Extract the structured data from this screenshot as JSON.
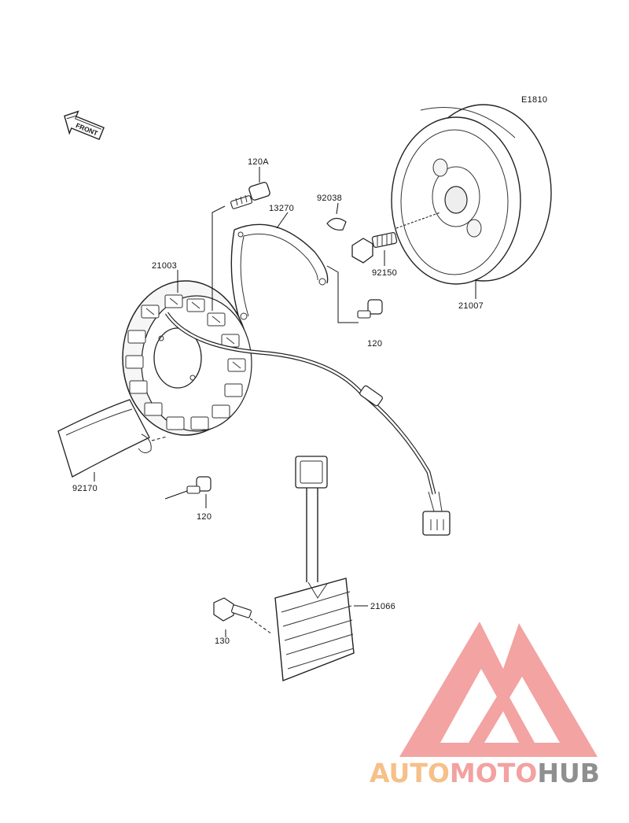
{
  "diagram": {
    "code": "E1810",
    "front_label": "FRONT",
    "parts": {
      "p120A": "120A",
      "p92038": "92038",
      "p13270": "13270",
      "p21003": "21003",
      "p92150": "92150",
      "p21007": "21007",
      "p120_upper": "120",
      "p92170": "92170",
      "p120_lower": "120",
      "p21066": "21066",
      "p130": "130"
    }
  },
  "watermark": {
    "part1": "AUTO",
    "part2": "MOTO",
    "part3": "HUB",
    "colors": {
      "auto": "#f6c089",
      "moto": "#f2a2a0",
      "hub": "#8f8f8f",
      "logo": "#f19a98",
      "logo_inner": "#f6c089"
    }
  }
}
